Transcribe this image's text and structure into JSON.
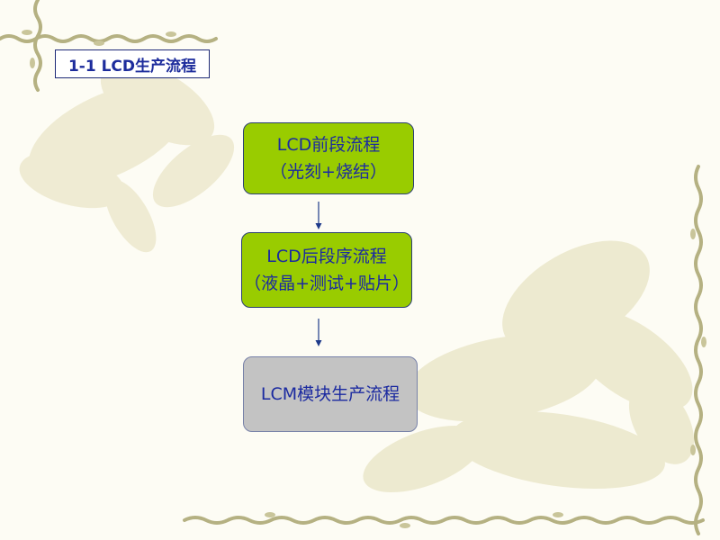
{
  "title": "1-1 LCD生产流程",
  "nodes": [
    {
      "line1": "LCD前段流程",
      "line2": "（光刻+烧结）"
    },
    {
      "line1": "LCD后段序流程",
      "line2": "（液晶+测试+贴片）"
    },
    {
      "line1": "LCM模块生产流程"
    }
  ],
  "colors": {
    "node_green": "#99cc00",
    "node_grey": "#c3c3c3",
    "text_blue": "#1b2aa0",
    "border_olive": "#b5b182",
    "flower_tint": "#ebe7ca"
  },
  "decorations": [
    "wavy-vine-border",
    "lotus-flower-watermark"
  ]
}
